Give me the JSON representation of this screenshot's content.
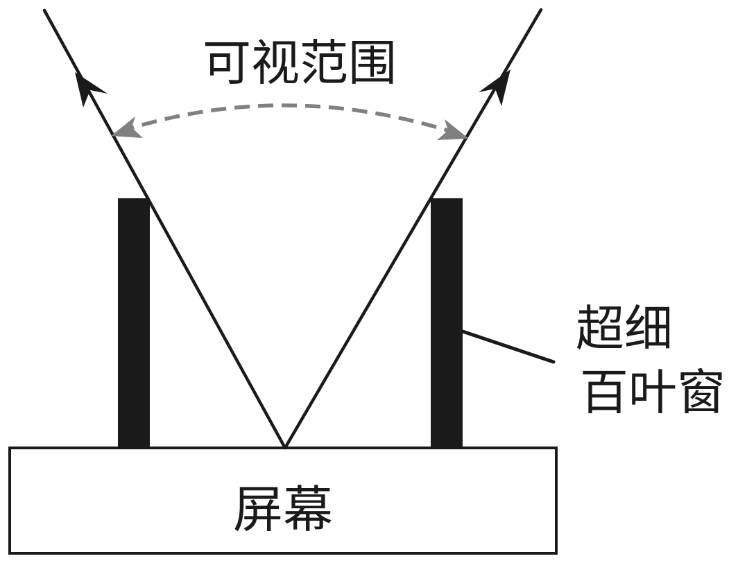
{
  "labels": {
    "viewing_range": "可视范围",
    "louver_line1": "超细",
    "louver_line2": "百叶窗",
    "screen": "屏幕"
  },
  "colors": {
    "ink": "#1a1a1a",
    "dashed_arc": "#808080",
    "background": "#ffffff"
  },
  "icons": {
    "ray_arrowhead": "arrowhead-up",
    "range_arrowhead": "arrowhead-double"
  }
}
